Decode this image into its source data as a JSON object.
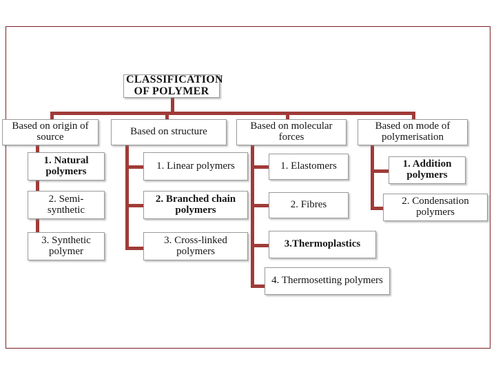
{
  "diagram": {
    "type": "tree-hierarchy",
    "title_node": {
      "label": "CLASSIFICATION OF POLYMER"
    },
    "colors": {
      "frame_border": "#7B1F23",
      "connector": "#A03B38",
      "node_border": "#9A9A9A",
      "node_fill": "#FFFFFF",
      "text": "#161616"
    },
    "branches": [
      {
        "heading": "Based on origin of source",
        "children": [
          {
            "label": "1. Natural polymers"
          },
          {
            "label": "2. Semi-synthetic"
          },
          {
            "label": "3. Synthetic polymer"
          }
        ]
      },
      {
        "heading": "Based on structure",
        "children": [
          {
            "label": "1. Linear polymers"
          },
          {
            "label": "2. Branched chain polymers"
          },
          {
            "label": "3. Cross-linked polymers"
          }
        ]
      },
      {
        "heading": "Based on molecular forces",
        "children": [
          {
            "label": "1. Elastomers"
          },
          {
            "label": "2. Fibres"
          },
          {
            "label": "3.Thermoplastics"
          },
          {
            "label": "4. Thermosetting polymers"
          }
        ]
      },
      {
        "heading": "Based on mode of polymerisation",
        "children": [
          {
            "label": "1. Addition polymers"
          },
          {
            "label": "2. Condensation polymers"
          }
        ]
      }
    ]
  }
}
